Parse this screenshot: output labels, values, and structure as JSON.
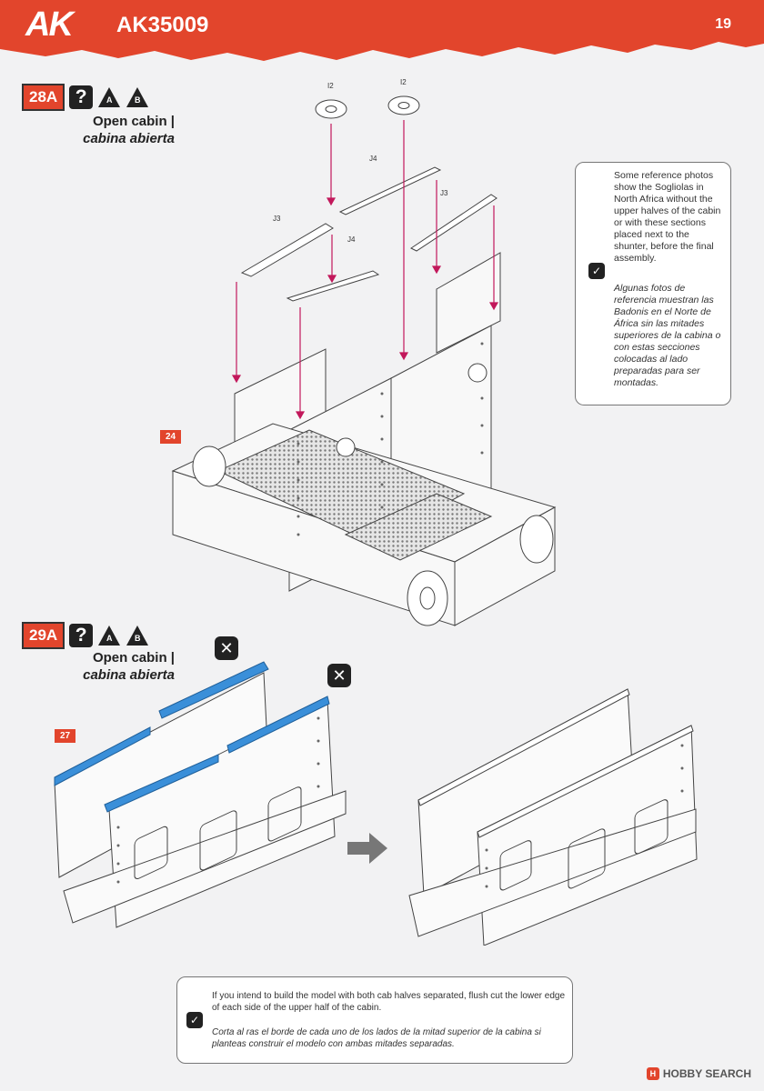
{
  "header": {
    "logo": "AK",
    "code": "AK35009",
    "page": "19",
    "accent": "#e2452c"
  },
  "step28": {
    "number": "28A",
    "question_icon": "?",
    "variant_a": "A",
    "variant_b": "B",
    "title_en": "Open cabin |",
    "title_es": "cabina abierta",
    "ref": "24",
    "parts": [
      "I2",
      "I2",
      "J4",
      "J3",
      "J3",
      "J4"
    ]
  },
  "note1": {
    "icon": "checkmark-icon",
    "text_en": "Some reference photos show the Sogliolas in North Africa without the upper halves of the cabin or with these sections placed next to the shunter, before the final assembly.",
    "text_es": "Algunas fotos de referencia muestran las Badonis en el Norte de África sin las mitades superiores de la cabina o con estas secciones colocadas al lado preparadas para ser montadas."
  },
  "step29": {
    "number": "29A",
    "question_icon": "?",
    "variant_a": "A",
    "variant_b": "B",
    "title_en": "Open cabin |",
    "title_es": "cabina abierta",
    "ref": "27",
    "remove_icon": "✕",
    "highlight": "#3a8fd9"
  },
  "note2": {
    "icon": "checkmark-icon",
    "text_en": "If you intend to build the model with both cab halves separated, flush cut the lower edge of each side of the upper half of the cabin.",
    "text_es": "Corta al ras el borde de cada uno de los lados de la mitad superior de la cabina si planteas construir el modelo con ambas mitades separadas."
  },
  "footer": {
    "brand": "HOBBY SEARCH"
  }
}
